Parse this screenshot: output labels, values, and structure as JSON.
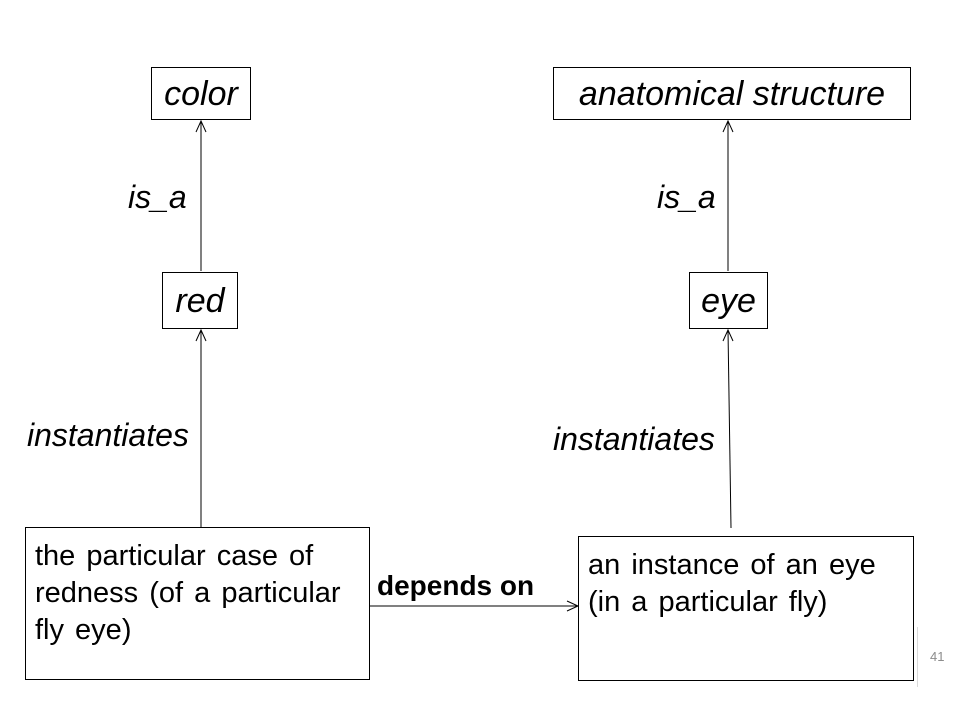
{
  "nodes": {
    "color": "color",
    "anatomical_structure": "anatomical structure",
    "red": "red",
    "eye": "eye",
    "redness_instance": "the particular case of redness (of a particular fly eye)",
    "eye_instance": "an instance of an eye (in a particular fly)"
  },
  "relations": {
    "is_a_left": "is_a",
    "is_a_right": "is_a",
    "instantiates_left": "instantiates",
    "instantiates_right": "instantiates",
    "depends_on": "depends on"
  },
  "page_number": "41",
  "colors": {
    "line": "#000000",
    "page_number": "#8c8c8c"
  }
}
